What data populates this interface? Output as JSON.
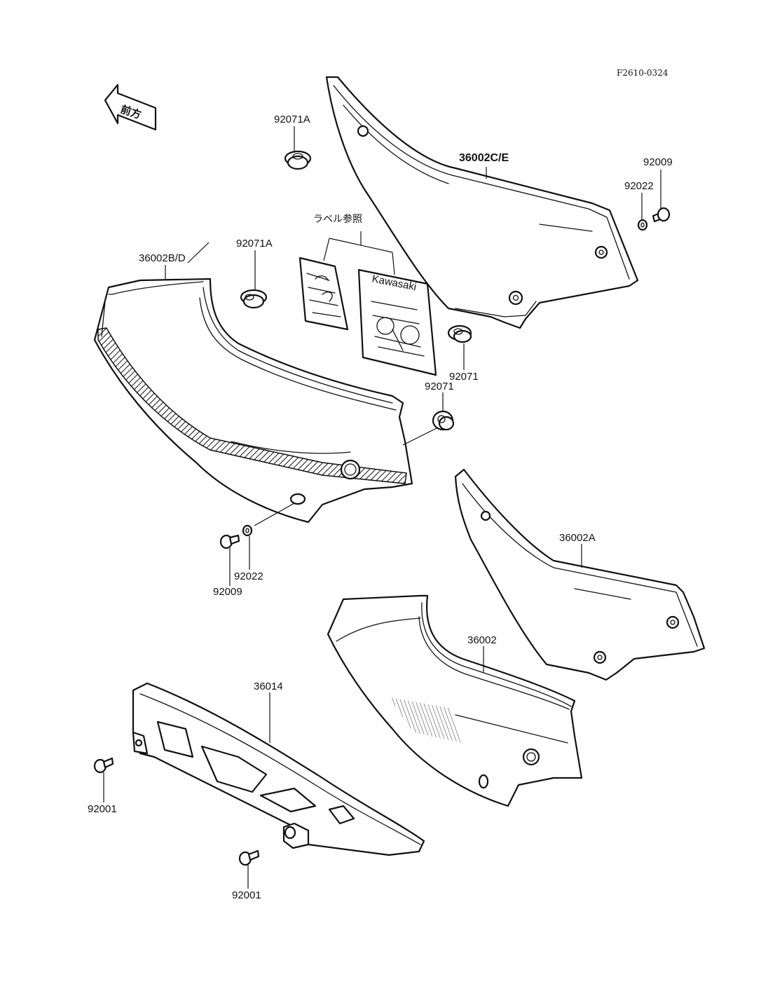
{
  "diagram": {
    "code": "F2610-0324",
    "direction_label": "前方",
    "label_ref": "ラベル参照",
    "decal_brand": "Kawasaki",
    "labels": {
      "p36002CE": "36002C/E",
      "p92009_top": "92009",
      "p92022_top": "92022",
      "p92071A_top": "92071A",
      "p36002BD": "36002B/D",
      "p92071A_mid": "92071A",
      "p92071_right": "92071",
      "p92071_mid": "92071",
      "p92022_bottom": "92022",
      "p92009_bottom": "92009",
      "p36002A": "36002A",
      "p36002": "36002",
      "p36014": "36014",
      "p92001_left": "92001",
      "p92001_bottom": "92001"
    }
  }
}
